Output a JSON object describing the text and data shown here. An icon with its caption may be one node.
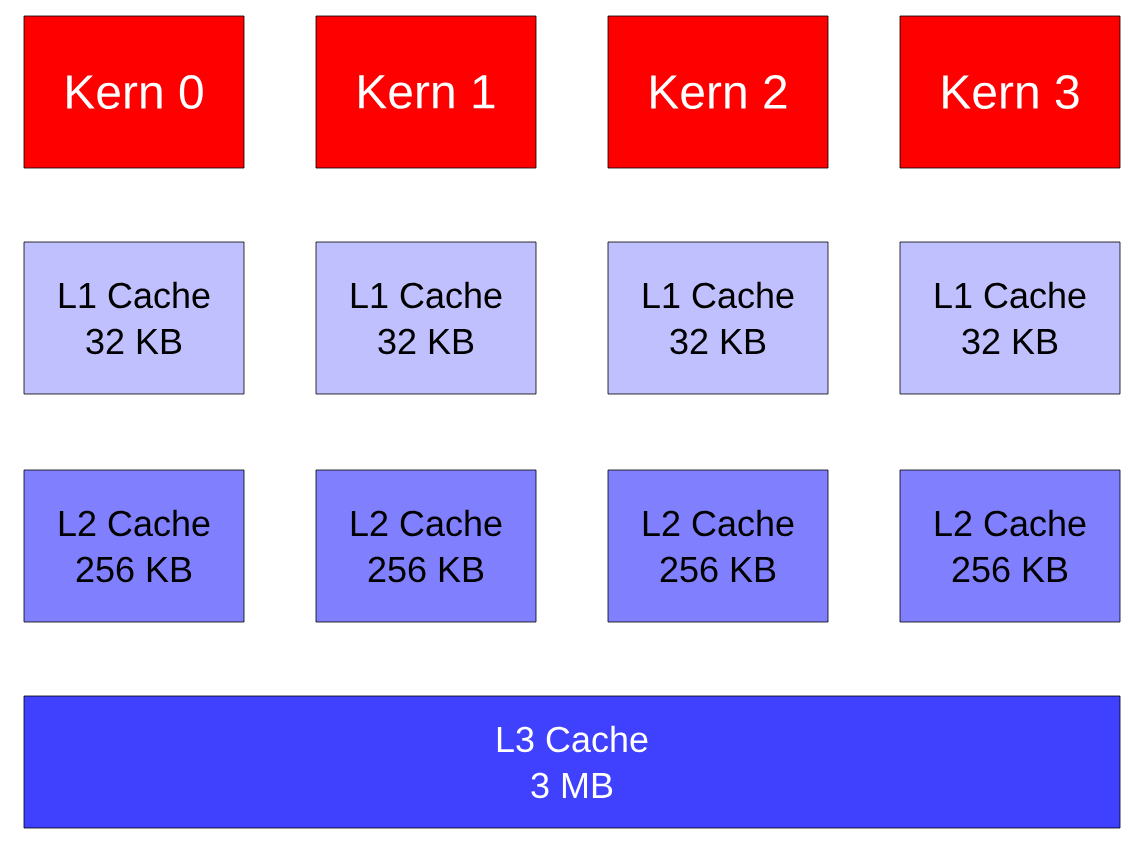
{
  "diagram": {
    "nodes": [
      {
        "text": [
          "Kern 0"
        ]
      },
      {
        "text": [
          "Kern 1"
        ]
      },
      {
        "text": [
          "Kern 2"
        ]
      },
      {
        "text": [
          "Kern 3"
        ]
      },
      {
        "text": [
          "L1 Cache",
          "32 KB"
        ]
      },
      {
        "text": [
          "L1 Cache",
          "32 KB"
        ]
      },
      {
        "text": [
          "L1 Cache",
          "32 KB"
        ]
      },
      {
        "text": [
          "L1 Cache",
          "32 KB"
        ]
      },
      {
        "text": [
          "L2 Cache",
          "256 KB"
        ]
      },
      {
        "text": [
          "L2 Cache",
          "256 KB"
        ]
      },
      {
        "text": [
          "L2 Cache",
          "256 KB"
        ]
      },
      {
        "text": [
          "L2 Cache",
          "256 KB"
        ]
      },
      {
        "text": [
          "L3 Cache",
          "3 MB"
        ]
      }
    ]
  }
}
